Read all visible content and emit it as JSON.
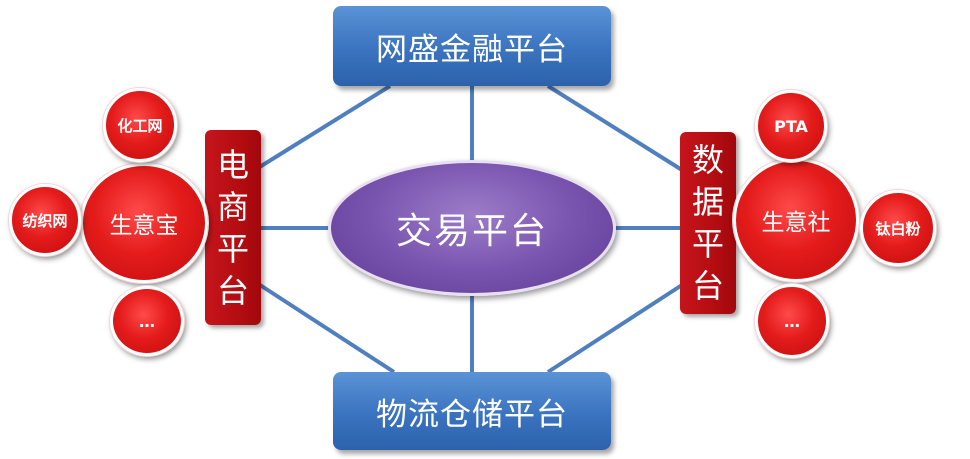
{
  "center": {
    "label": "交易平台"
  },
  "top": {
    "label": "网盛金融平台"
  },
  "bottom": {
    "label": "物流仓储平台"
  },
  "left": {
    "label_chars": [
      "电",
      "商",
      "平",
      "台"
    ],
    "main": "生意宝",
    "satellites": [
      "化工网",
      "纺织网",
      "…"
    ]
  },
  "right": {
    "label_chars": [
      "数",
      "据",
      "平",
      "台"
    ],
    "main": "生意社",
    "satellites": [
      "PTA",
      "钛白粉",
      "…"
    ]
  },
  "colors": {
    "blue": "#3a73bf",
    "red": "#c00d0d",
    "purple": "#7a55b0",
    "line": "#4f7fbf"
  }
}
